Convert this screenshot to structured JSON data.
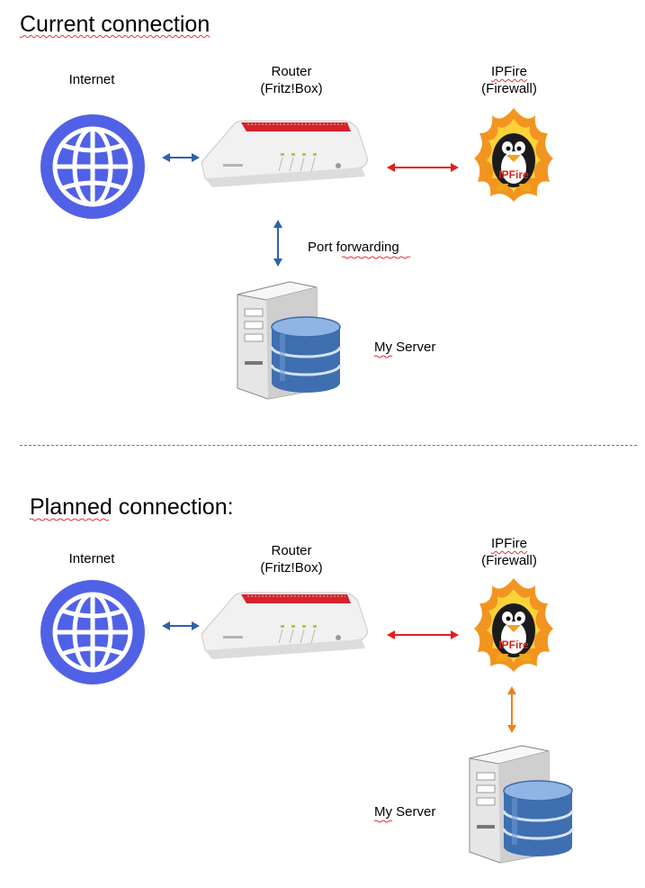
{
  "sections": {
    "current": {
      "title": "Current connection",
      "internet_label": "Internet",
      "router_label_1": "Router",
      "router_label_2": "(Fritz!Box)",
      "firewall_label_1": "IPFire",
      "firewall_label_2": "(Firewall)",
      "port_forwarding_label": "Port forwarding",
      "server_label": "My Server"
    },
    "planned": {
      "title": "Planned connection:",
      "internet_label": "Internet",
      "router_label_1": "Router",
      "router_label_2": "(Fritz!Box)",
      "firewall_label_1": "IPFire",
      "firewall_label_2": "(Firewall)",
      "server_label": "My Server"
    }
  },
  "icons": {
    "internet": "globe-icon",
    "router": "router-icon",
    "firewall": "firewall-penguin-icon",
    "server": "server-database-icon",
    "firewall_logo_text": "IPFire"
  },
  "colors": {
    "internet_router_arrow": "#2f62a8",
    "router_firewall_arrow": "#e0201e",
    "router_server_arrow": "#2f62a8",
    "firewall_server_arrow": "#f07f1c",
    "globe": "#5060e8",
    "divider": "#4a76b8"
  }
}
